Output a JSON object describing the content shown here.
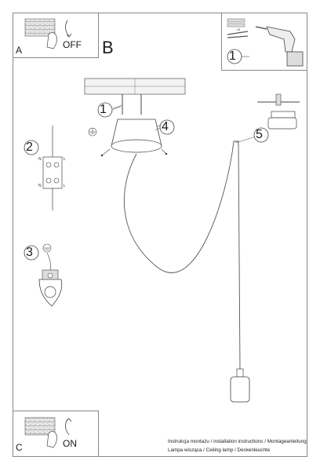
{
  "step_labels": {
    "a": "A",
    "b": "B",
    "c": "C"
  },
  "switch_states": {
    "off": "OFF",
    "on": "ON"
  },
  "steps": [
    "1",
    "2",
    "3",
    "4",
    "5"
  ],
  "tools": {
    "anchor_count": "x3",
    "step": "1"
  },
  "caption": {
    "line1": "Instrukcja montażu / installation instructions / Montageanleitung",
    "line2": "Lampa wisząca / Ceiling lamp / Deckenleuchte"
  },
  "terminal_marks": {
    "n": "N",
    "l": "L"
  }
}
